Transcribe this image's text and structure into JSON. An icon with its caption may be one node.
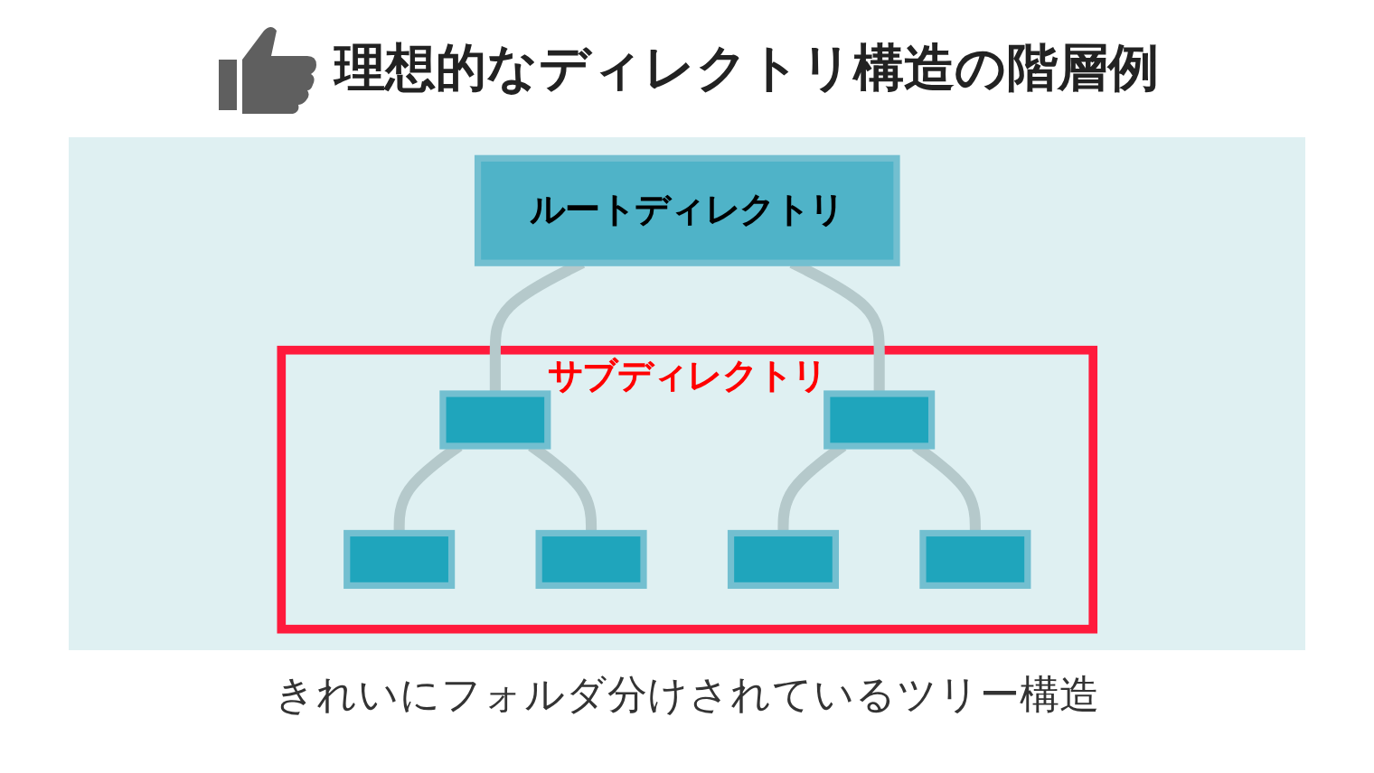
{
  "diagram": {
    "title": "理想的なディレクトリ構造の階層例",
    "caption": "きれいにフォルダ分けされているツリー構造",
    "nodes": [
      {
        "text": [
          "ルートディレクトリ"
        ]
      },
      {
        "text": [
          "サブディレクトリ"
        ]
      },
      {
        "text": [],
        "shape": "folder",
        "in": 1
      },
      {
        "text": [],
        "shape": "folder",
        "in": 1
      },
      {
        "text": [],
        "shape": "folder",
        "in": 1
      },
      {
        "text": [],
        "shape": "folder",
        "in": 1
      },
      {
        "text": [],
        "shape": "folder",
        "in": 1
      },
      {
        "text": [],
        "shape": "folder",
        "in": 1
      }
    ],
    "edges": [
      {
        "from": 0,
        "to": 2,
        "arrow": "none"
      },
      {
        "from": 0,
        "to": 3,
        "arrow": "none"
      },
      {
        "from": 2,
        "to": 4,
        "arrow": "none"
      },
      {
        "from": 2,
        "to": 5,
        "arrow": "none"
      },
      {
        "from": 3,
        "to": 6,
        "arrow": "none"
      },
      {
        "from": 3,
        "to": 7,
        "arrow": "none"
      }
    ]
  }
}
